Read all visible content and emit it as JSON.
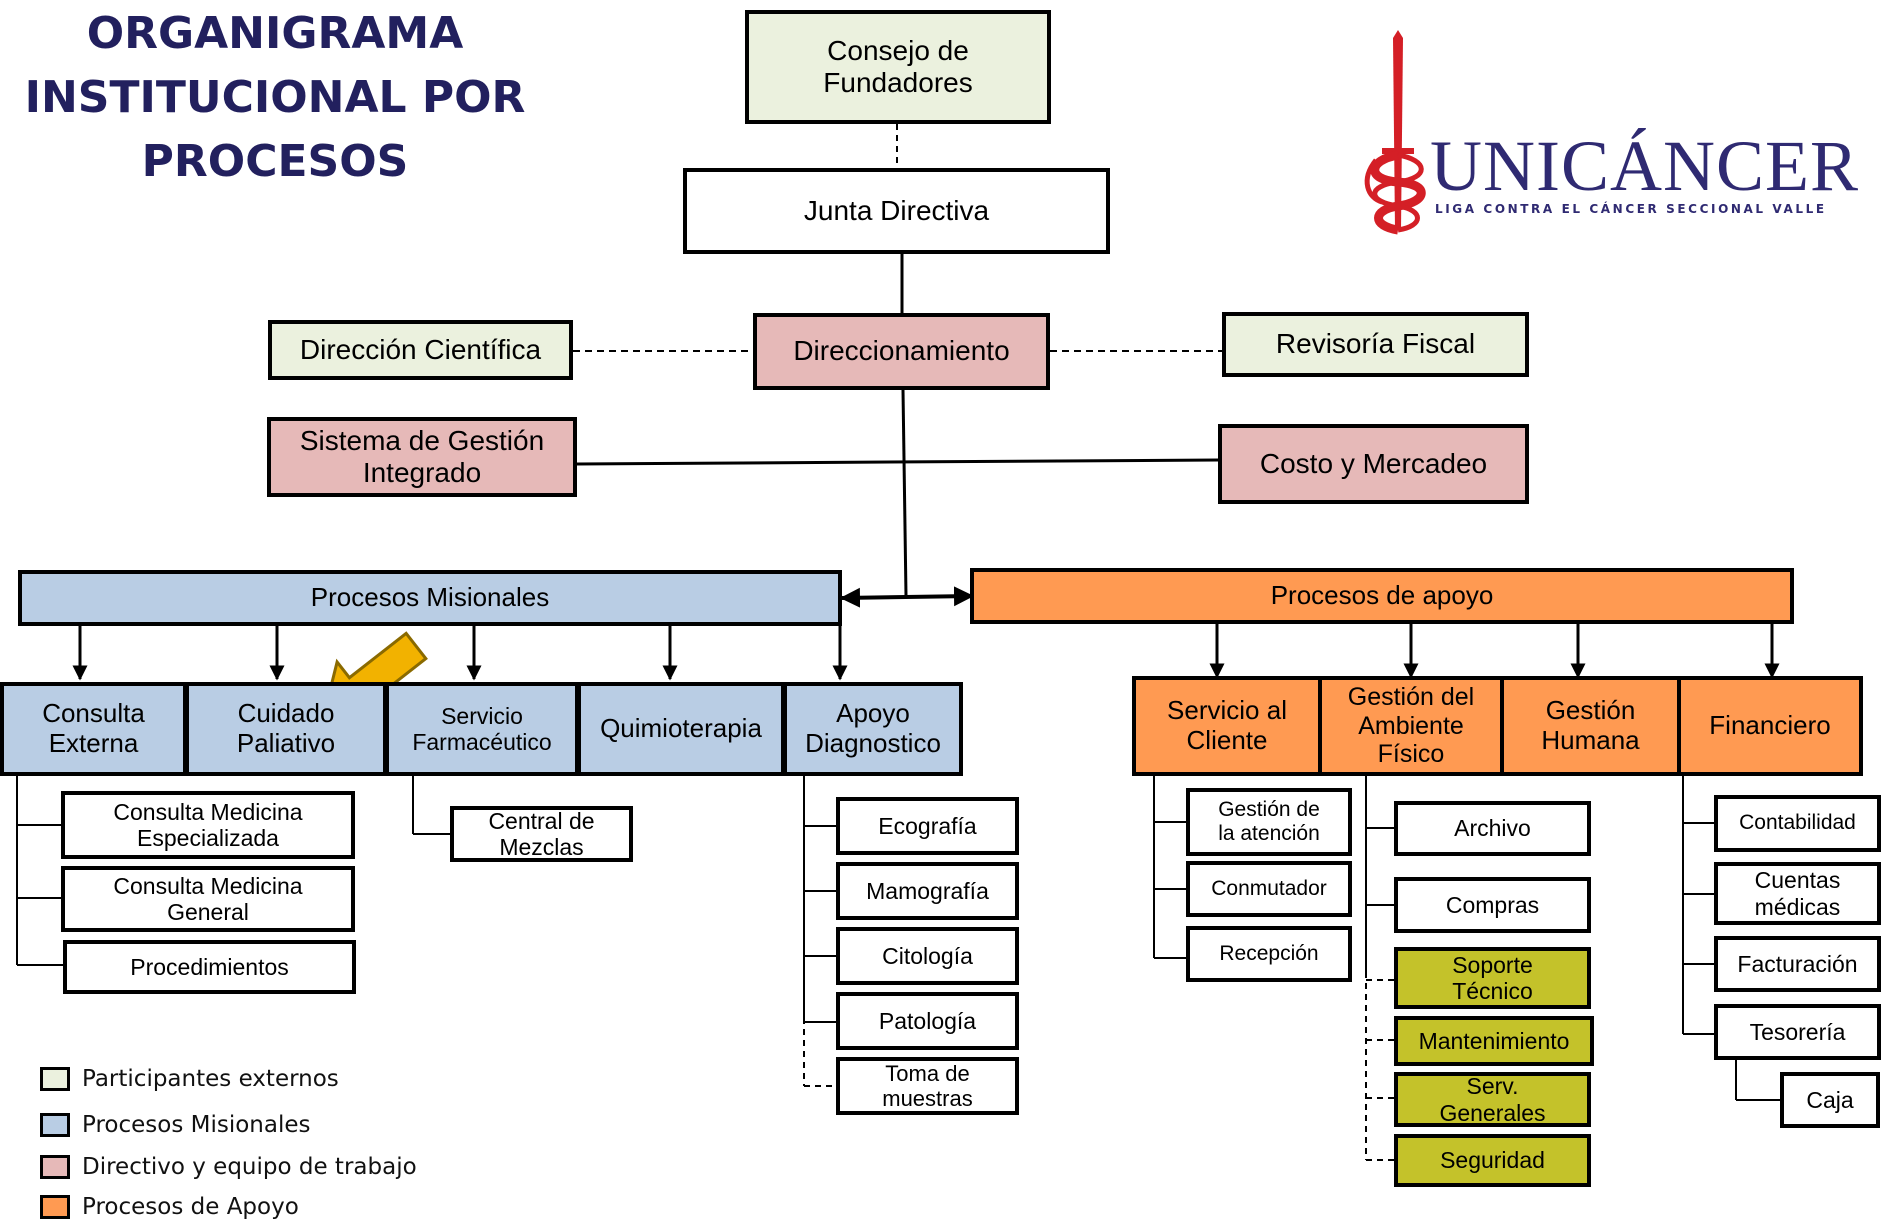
{
  "title": "ORGANIGRAMA\nINSTITUCIONAL POR\nPROCESOS",
  "logo": {
    "name": "UNICÁNCER",
    "tagline": "LIGA CONTRA EL CÁNCER SECCIONAL VALLE",
    "icon": "caduceus-sword-icon"
  },
  "colors": {
    "externos": "#ebf1de",
    "misionales": "#b9cde4",
    "directivo": "#e6b9b8",
    "apoyo": "#ff9a52",
    "soporte": "#c4c22a",
    "title": "#22205e",
    "logo": "#2f2a72",
    "logo_red": "#d41f26",
    "arrow": "#f2b200"
  },
  "top": {
    "consejo": "Consejo de\nFundadores",
    "junta": "Junta Directiva",
    "direccionamiento": "Direccionamiento",
    "direccion_cientifica": "Dirección Científica",
    "revisoria": "Revisoría Fiscal",
    "sgi": "Sistema de Gestión\nIntegrado",
    "costo": "Costo y Mercadeo"
  },
  "misionales": {
    "header": "Procesos Misionales",
    "items": [
      "Consulta\nExterna",
      "Cuidado\nPaliativo",
      "Servicio\nFarmacéutico",
      "Quimioterapia",
      "Apoyo\nDiagnostico"
    ],
    "consulta_sub": [
      "Consulta Medicina\nEspecializada",
      "Consulta Medicina\nGeneral",
      "Procedimientos"
    ],
    "farmaceutico_sub": [
      "Central de\nMezclas"
    ],
    "apoyo_sub": [
      "Ecografía",
      "Mamografía",
      "Citología",
      "Patología",
      "Toma de\nmuestras"
    ]
  },
  "apoyo": {
    "header": "Procesos de apoyo",
    "items": [
      "Servicio al\nCliente",
      "Gestión del\nAmbiente\nFísico",
      "Gestión\nHumana",
      "Financiero"
    ],
    "cliente_sub": [
      "Gestión de\nla atención",
      "Conmutador",
      "Recepción"
    ],
    "ambiente_sub": [
      "Archivo",
      "Compras"
    ],
    "ambiente_soporte": [
      "Soporte\nTécnico",
      "Mantenimiento",
      "Serv.\nGenerales",
      "Seguridad"
    ],
    "financiero_sub": [
      "Contabilidad",
      "Cuentas\nmédicas",
      "Facturación",
      "Tesorería",
      "Caja"
    ]
  },
  "legend": [
    "Participantes externos",
    "Procesos Misionales",
    "Directivo y equipo de trabajo",
    "Procesos de Apoyo"
  ]
}
